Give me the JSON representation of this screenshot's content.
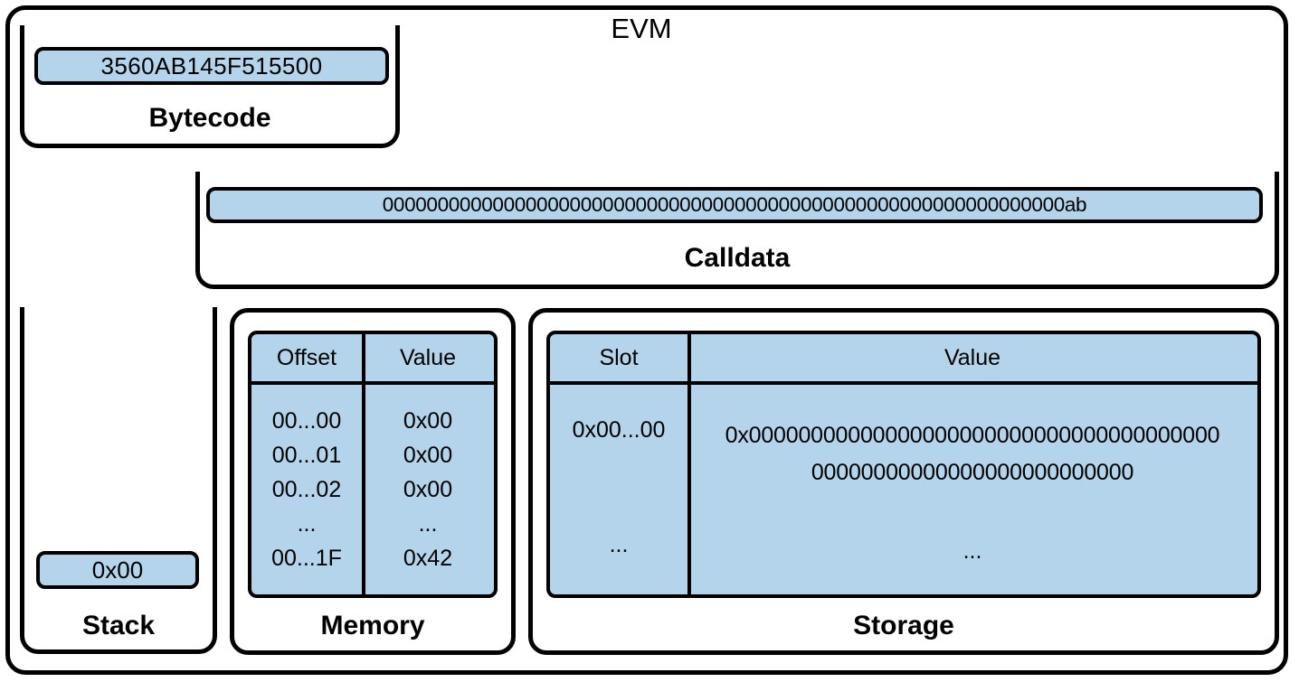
{
  "diagram": {
    "title": "EVM",
    "accent_fill": "#b3d4ea",
    "stroke": "#000000",
    "background": "#ffffff"
  },
  "bytecode": {
    "label": "Bytecode",
    "value": "3560AB145F515500"
  },
  "calldata": {
    "label": "Calldata",
    "value": "00000000000000000000000000000000000000000000000000000000000000ab"
  },
  "stack": {
    "label": "Stack",
    "top_item": "0x00"
  },
  "memory": {
    "label": "Memory",
    "columns": [
      "Offset",
      "Value"
    ],
    "offsets": [
      "00...00",
      "00...01",
      "00...02",
      "...",
      "00...1F"
    ],
    "values": [
      "0x00",
      "0x00",
      "0x00",
      "...",
      "0x42"
    ]
  },
  "storage": {
    "label": "Storage",
    "columns": [
      "Slot",
      "Value"
    ],
    "rows": [
      {
        "slot": "0x00...00",
        "value": "0x0000000000000000000000000000000000000000000000000000000000000000"
      }
    ],
    "slot_ellipsis": "...",
    "value_ellipsis": "..."
  }
}
